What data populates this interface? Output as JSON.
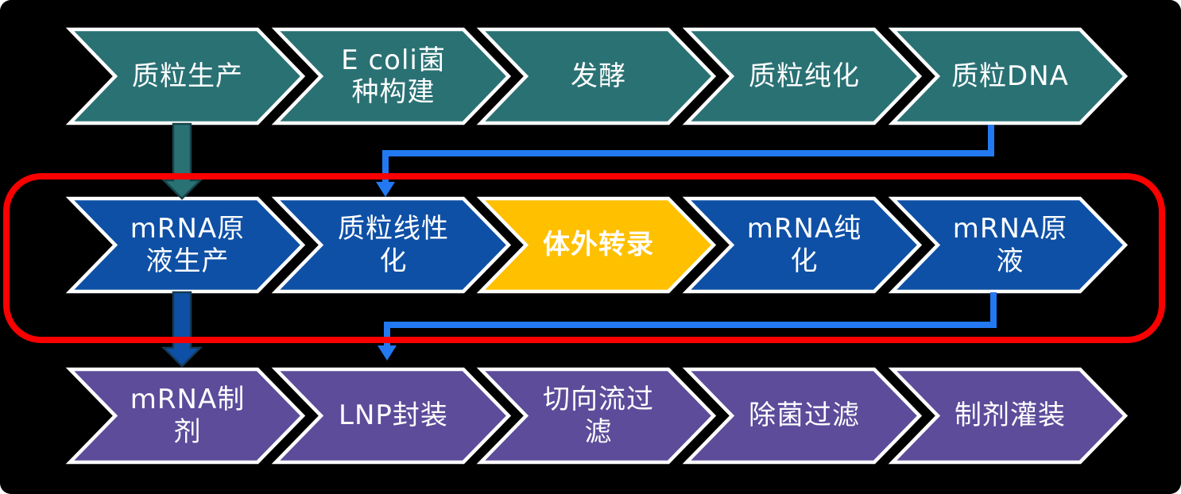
{
  "diagram_title": "mRNA production process flow",
  "colors": {
    "background": "#000000",
    "teal": "#2A7174",
    "blue": "#0E50A6",
    "gold": "#FFC000",
    "purple": "#5C4C9A",
    "chevron_outline": "#FFFFFF",
    "connector_blue": "#2279F2",
    "flow_arrow_teal": "#2A7174",
    "flow_arrow_teal_outline": "#17444A",
    "flow_arrow_blue": "#0E50A6",
    "flow_arrow_blue_outline": "#143A55",
    "highlight_red": "#FA0000",
    "label_text": "#FFFFFF"
  },
  "rows": [
    {
      "steps": [
        {
          "label": "质粒生产"
        },
        {
          "label": "E coli菌\n种构建"
        },
        {
          "label": "发酵"
        },
        {
          "label": "质粒纯化"
        },
        {
          "label": "质粒DNA"
        }
      ]
    },
    {
      "steps": [
        {
          "label": "mRNA原\n液生产"
        },
        {
          "label": "质粒线性\n化"
        },
        {
          "label": "体外转录",
          "highlighted": true
        },
        {
          "label": "mRNA纯\n化"
        },
        {
          "label": "mRNA原\n液"
        }
      ]
    },
    {
      "steps": [
        {
          "label": "mRNA制\n剂"
        },
        {
          "label": "LNP封装"
        },
        {
          "label": "切向流过\n滤"
        },
        {
          "label": "除菌过滤"
        },
        {
          "label": "制剂灌装"
        }
      ]
    }
  ]
}
